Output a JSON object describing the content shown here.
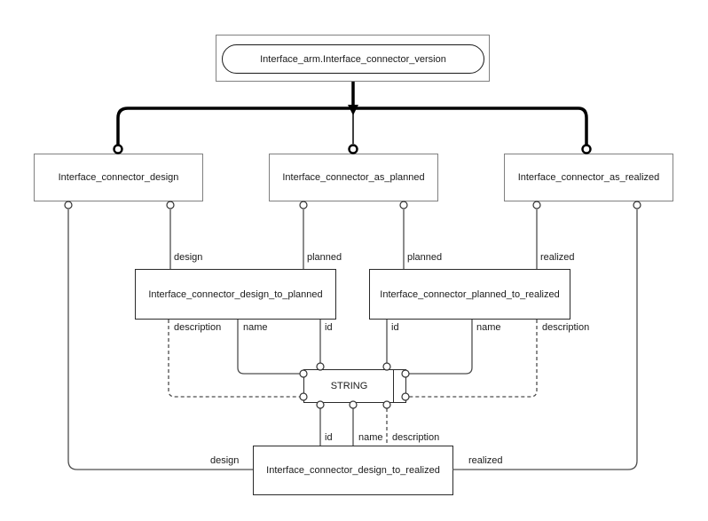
{
  "diagram": {
    "kind": "EXPRESS-G / ARM schema diagram",
    "top_entity": "Interface_arm.Interface_connector_version",
    "entities": {
      "design": "Interface_connector_design",
      "as_planned": "Interface_connector_as_planned",
      "as_realized": "Interface_connector_as_realized"
    },
    "relationships": {
      "design_to_planned": "Interface_connector_design_to_planned",
      "planned_to_realized": "Interface_connector_planned_to_realized",
      "design_to_realized": "Interface_connector_design_to_realized"
    },
    "type_box": "STRING",
    "edge_labels": {
      "dtp_design": "design",
      "dtp_planned": "planned",
      "ptr_planned": "planned",
      "ptr_realized": "realized",
      "dtp_description": "description",
      "dtp_name": "name",
      "dtp_id": "id",
      "ptr_id": "id",
      "ptr_name": "name",
      "ptr_description": "description",
      "dtr_id": "id",
      "dtr_name": "name",
      "dtr_description": "description",
      "dtr_design": "design",
      "dtr_realized": "realized"
    },
    "colors": {
      "background": "#ffffff",
      "entity_border": "#808080",
      "relationship_border": "#2a2a2a",
      "attribute_line": "#4d4d4d",
      "supertype_tree": "#000000",
      "text": "#1a1a1a"
    }
  }
}
